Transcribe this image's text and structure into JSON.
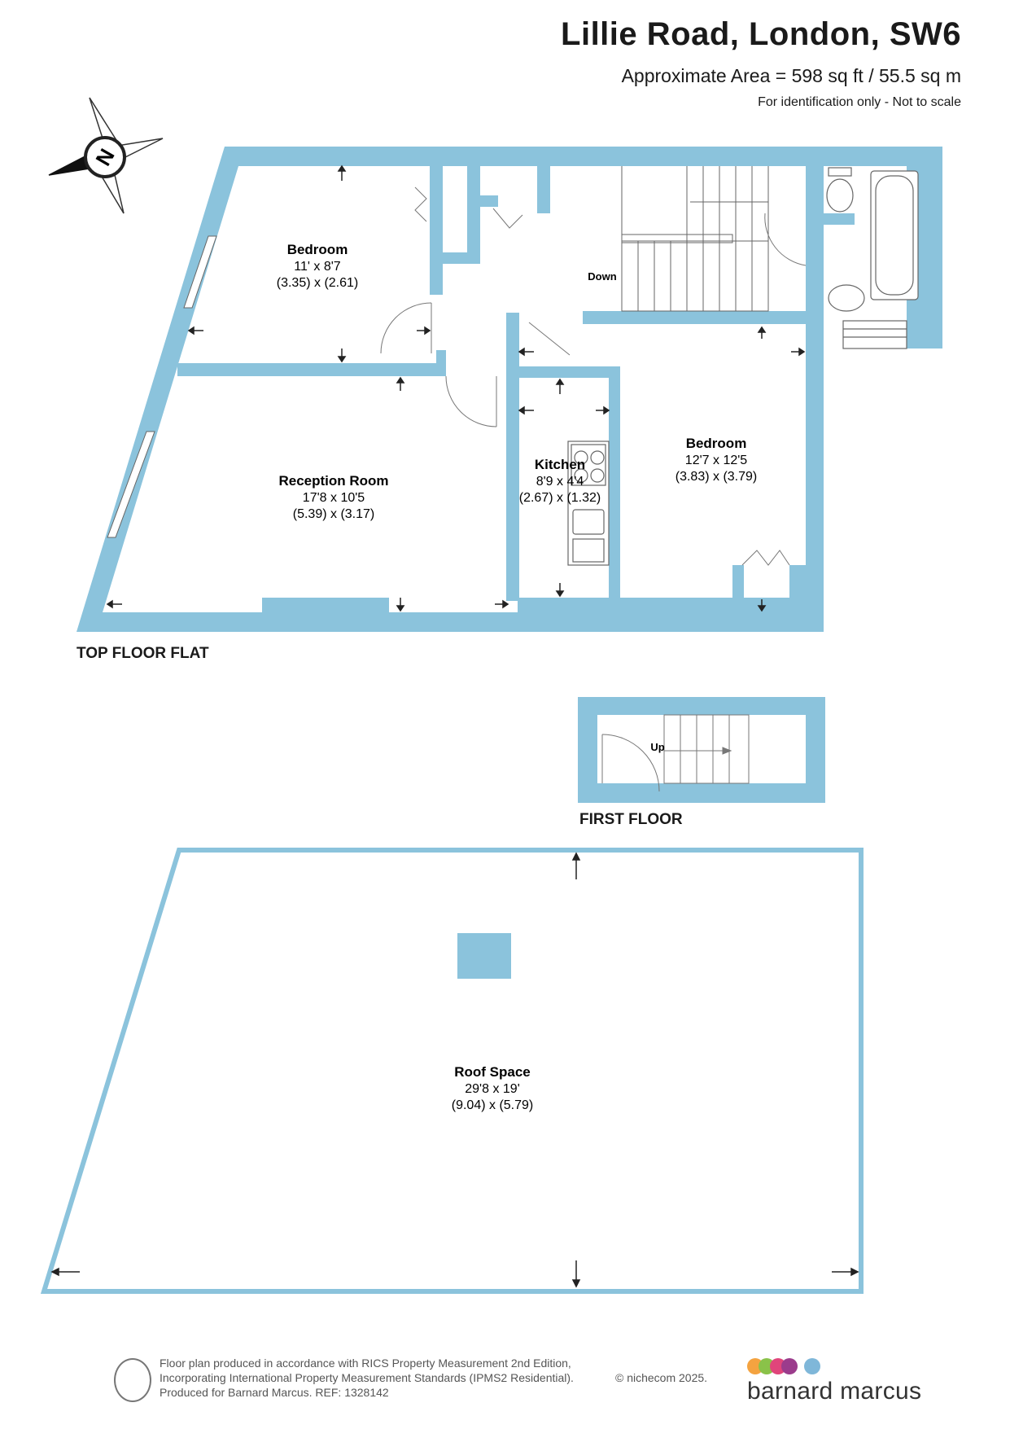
{
  "header": {
    "title": "Lillie Road, London, SW6",
    "area": "Approximate Area = 598 sq ft / 55.5 sq m",
    "note": "For identification only - Not to scale"
  },
  "compass": {
    "letter": "N"
  },
  "floors": {
    "top": {
      "label": "TOP FLOOR FLAT",
      "rooms": {
        "bedroom1": {
          "name": "Bedroom",
          "imperial": "11' x 8'7",
          "metric": "(3.35) x (2.61)"
        },
        "reception": {
          "name": "Reception Room",
          "imperial": "17'8 x 10'5",
          "metric": "(5.39) x (3.17)"
        },
        "kitchen": {
          "name": "Kitchen",
          "imperial": "8'9 x 4'4",
          "metric": "(2.67) x (1.32)"
        },
        "bedroom2": {
          "name": "Bedroom",
          "imperial": "12'7 x 12'5",
          "metric": "(3.83) x (3.79)"
        }
      },
      "stairs_label": "Down"
    },
    "first": {
      "label": "FIRST FLOOR",
      "stairs_label": "Up"
    },
    "roof": {
      "room": {
        "name": "Roof Space",
        "imperial": "29'8 x 19'",
        "metric": "(9.04) x (5.79)"
      }
    }
  },
  "footer": {
    "line1": "Floor plan produced in accordance with RICS Property Measurement 2nd Edition,",
    "line2": "Incorporating International Property Measurement Standards (IPMS2 Residential).",
    "line3": "Produced for Barnard Marcus.   REF:  1328142",
    "copyright": "© nichecom 2025."
  },
  "brand": {
    "name": "barnard marcus",
    "dot_colors": [
      "#f4a340",
      "#8ac249",
      "#e0457b",
      "#9b3c8c",
      "#7fb7d9"
    ]
  },
  "colors": {
    "wall": "#8bc3dc",
    "line": "#555555"
  }
}
